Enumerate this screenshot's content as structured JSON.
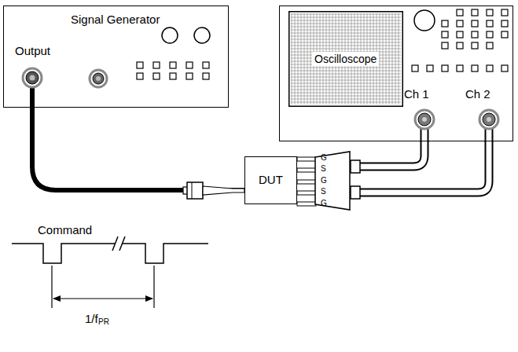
{
  "diagram": {
    "nodes": [
      {
        "text": [
          "Signal Generator",
          "Output"
        ]
      },
      {
        "text": [
          "Ch 1",
          "Ch 2"
        ]
      },
      {
        "text": [
          "Oscilloscope"
        ],
        "in": 1
      },
      {
        "text": [
          "DUT"
        ]
      },
      {
        "text": [
          "G",
          "S",
          "G",
          "S",
          "G"
        ]
      }
    ],
    "edges": [
      {
        "from": 0,
        "to": 3,
        "arrow": "none"
      },
      {
        "from": 1,
        "to": 4,
        "arrow": "none"
      },
      {
        "from": 1,
        "to": 4,
        "arrow": "none"
      }
    ],
    "labels": [
      "Command",
      "1/f",
      "PR"
    ]
  }
}
